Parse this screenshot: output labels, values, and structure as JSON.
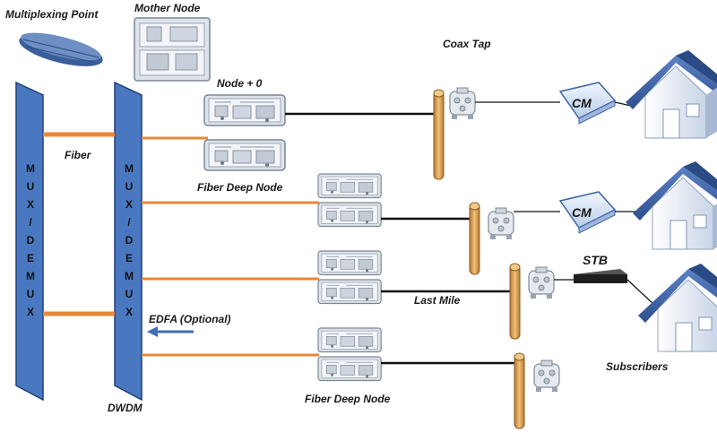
{
  "labels": {
    "multiplexing_point": "Multiplexing Point",
    "mother_node": "Mother Node",
    "coax_tap": "Coax Tap",
    "node_plus_zero": "Node + 0",
    "fiber": "Fiber",
    "fiber_deep_node_top": "Fiber Deep Node",
    "fiber_deep_node_bottom": "Fiber Deep Node",
    "edfa": "EDFA (Optional)",
    "dwdm": "DWDM",
    "last_mile": "Last Mile",
    "subscribers": "Subscribers",
    "cm_1": "CM",
    "cm_2": "CM",
    "stb": "STB"
  },
  "mux_left_letters": [
    "M",
    "U",
    "X",
    "/",
    "D",
    "E",
    "M",
    "U",
    "X"
  ],
  "mux_right_letters": [
    "M",
    "U",
    "X",
    "/",
    "D",
    "E",
    "M",
    "U",
    "X"
  ],
  "colors": {
    "mux_fill": "#4a78c0",
    "mux_stroke": "#1f3f7a",
    "fiber": "#e8883a",
    "coax_pole": "#d9a15a",
    "house_roof": "#3d64a8",
    "house_wall": "#eef2f8",
    "cm_box": "#dde8f7",
    "arrow": "#3f6fb5"
  }
}
